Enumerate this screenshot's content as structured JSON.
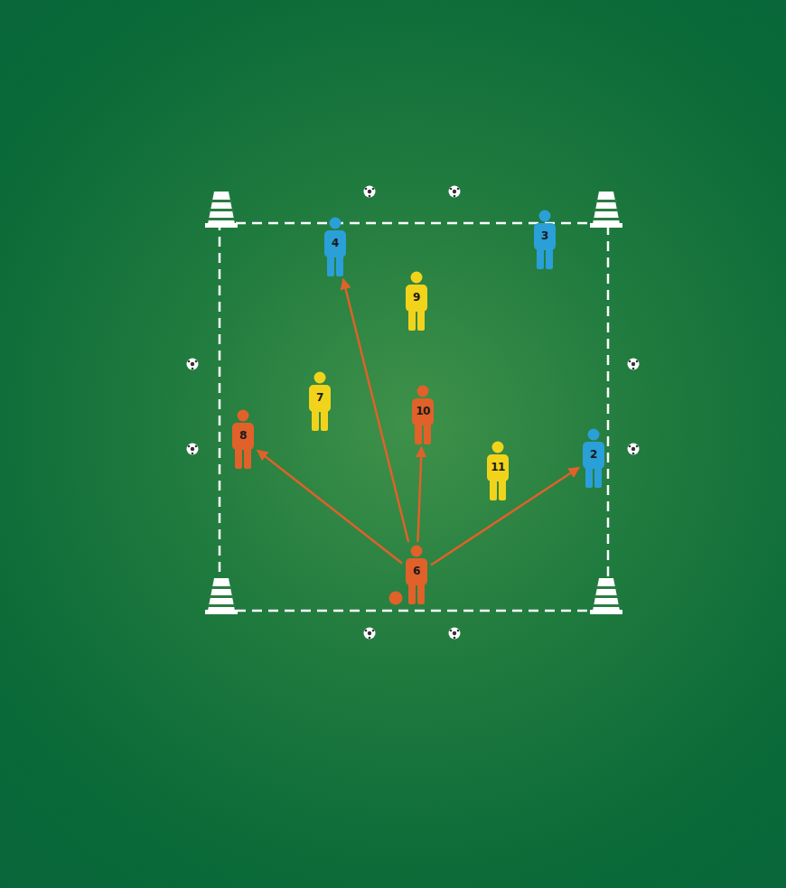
{
  "diagram": {
    "nodes": [
      {
        "text": [
          "4"
        ]
      },
      {
        "text": [
          "3"
        ]
      },
      {
        "text": [
          "9"
        ]
      },
      {
        "text": [
          "7"
        ]
      },
      {
        "text": [
          "10"
        ]
      },
      {
        "text": [
          "8"
        ]
      },
      {
        "text": [
          "11"
        ]
      },
      {
        "text": [
          "2"
        ]
      },
      {
        "text": [
          "6"
        ]
      }
    ],
    "edges": [
      {
        "from": 8,
        "to": 5,
        "arrow": "to"
      },
      {
        "from": 8,
        "to": 0,
        "arrow": "to"
      },
      {
        "from": 8,
        "to": 4,
        "arrow": "to"
      },
      {
        "from": 8,
        "to": 7,
        "arrow": "to"
      }
    ]
  }
}
